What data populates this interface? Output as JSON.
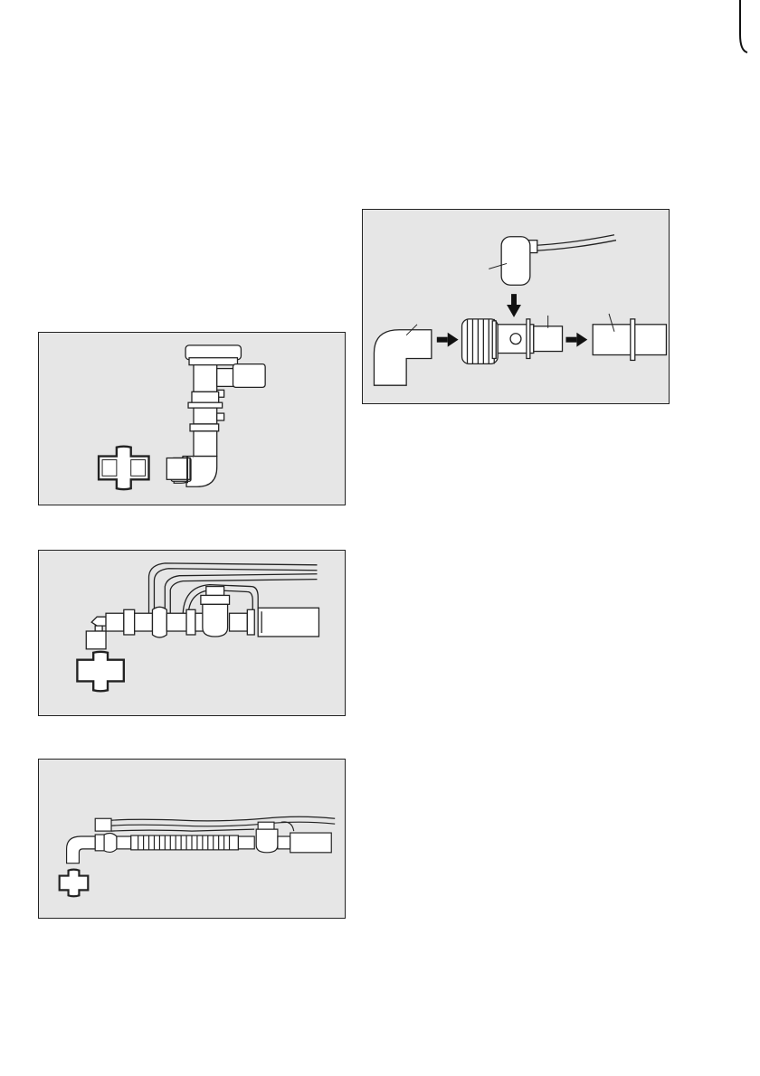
{
  "page": {
    "figures": [
      {
        "id": "fig1",
        "subject": "humidifier-chamber-with-filter"
      },
      {
        "id": "fig2",
        "subject": "breathing-circuit-with-water-trap"
      },
      {
        "id": "fig3",
        "subject": "breathing-circuit-with-corrugated-tube"
      },
      {
        "id": "fig4",
        "subject": "sensor-adapter-assembly"
      }
    ]
  },
  "colors": {
    "figure_background": "#e6e6e6",
    "line": "#222222",
    "part_fill": "#ffffff",
    "arrow": "#111111"
  },
  "icons": [
    "binding-mark-icon",
    "arrow-right-icon",
    "arrow-down-icon"
  ]
}
